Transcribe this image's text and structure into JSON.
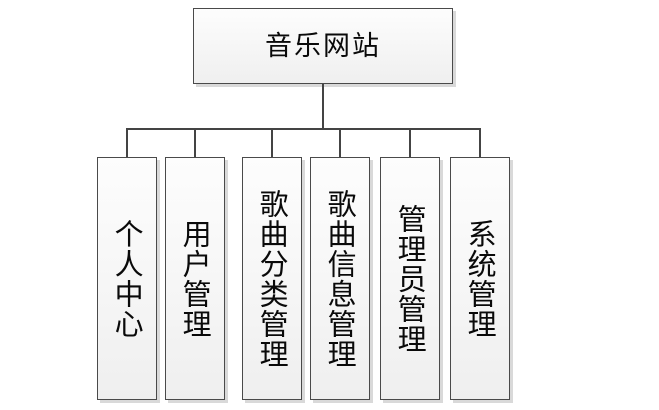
{
  "diagram": {
    "type": "organization-tree",
    "orientation": "top-down",
    "root": {
      "label": "音乐网站",
      "text_direction": "horizontal"
    },
    "children": [
      {
        "label": "个人中心",
        "text_direction": "vertical",
        "char_count": 4
      },
      {
        "label": "用户管理",
        "text_direction": "vertical",
        "char_count": 4
      },
      {
        "label": "歌曲分类管理",
        "text_direction": "vertical",
        "char_count": 6
      },
      {
        "label": "歌曲信息管理",
        "text_direction": "vertical",
        "char_count": 6
      },
      {
        "label": "管理员管理",
        "text_direction": "vertical",
        "char_count": 5
      },
      {
        "label": "系统管理",
        "text_direction": "vertical",
        "char_count": 4
      }
    ],
    "colors": {
      "background": "#ffffff",
      "box_border": "#4a4a4a",
      "box_fill_top": "#fdfdfd",
      "box_fill_bottom": "#efefef",
      "box_shadow": "#aaaaaa",
      "connector": "#444444",
      "text": "#0a0a0a"
    }
  }
}
